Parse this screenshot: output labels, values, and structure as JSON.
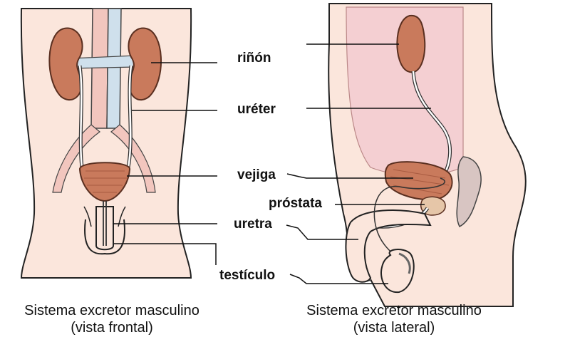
{
  "labels": {
    "kidney": "riñón",
    "ureter": "uréter",
    "bladder": "vejiga",
    "prostate": "próstata",
    "urethra": "uretra",
    "testicle": "testículo"
  },
  "captions": {
    "frontal": {
      "line1": "Sistema excretor masculino",
      "line2": "(vista frontal)"
    },
    "lateral": {
      "line1": "Sistema excretor masculino",
      "line2": "(vista lateral)"
    }
  },
  "colors": {
    "skin": "#fbe6dc",
    "organ": "#c97a5c",
    "organ_dark": "#a85b41",
    "vessel_blue": "#cfe0ec",
    "cavity": "#f4cfd2",
    "outline": "#222222"
  }
}
